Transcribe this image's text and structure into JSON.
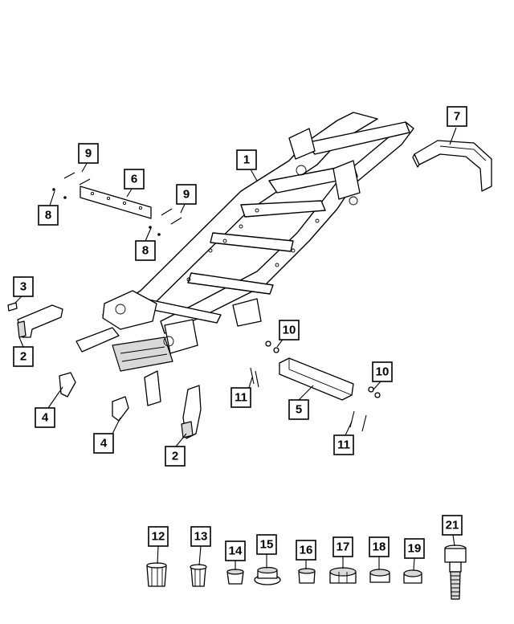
{
  "callouts": [
    {
      "id": "c1",
      "label": "1"
    },
    {
      "id": "c2a",
      "label": "2"
    },
    {
      "id": "c2b",
      "label": "2"
    },
    {
      "id": "c3",
      "label": "3"
    },
    {
      "id": "c4a",
      "label": "4"
    },
    {
      "id": "c4b",
      "label": "4"
    },
    {
      "id": "c5",
      "label": "5"
    },
    {
      "id": "c6",
      "label": "6"
    },
    {
      "id": "c7",
      "label": "7"
    },
    {
      "id": "c8a",
      "label": "8"
    },
    {
      "id": "c8b",
      "label": "8"
    },
    {
      "id": "c9a",
      "label": "9"
    },
    {
      "id": "c9b",
      "label": "9"
    },
    {
      "id": "c10a",
      "label": "10"
    },
    {
      "id": "c10b",
      "label": "10"
    },
    {
      "id": "c11a",
      "label": "11"
    },
    {
      "id": "c11b",
      "label": "11"
    },
    {
      "id": "c12",
      "label": "12"
    },
    {
      "id": "c13",
      "label": "13"
    },
    {
      "id": "c14",
      "label": "14"
    },
    {
      "id": "c15",
      "label": "15"
    },
    {
      "id": "c16",
      "label": "16"
    },
    {
      "id": "c17",
      "label": "17"
    },
    {
      "id": "c18",
      "label": "18"
    },
    {
      "id": "c19",
      "label": "19"
    },
    {
      "id": "c21",
      "label": "21"
    }
  ]
}
